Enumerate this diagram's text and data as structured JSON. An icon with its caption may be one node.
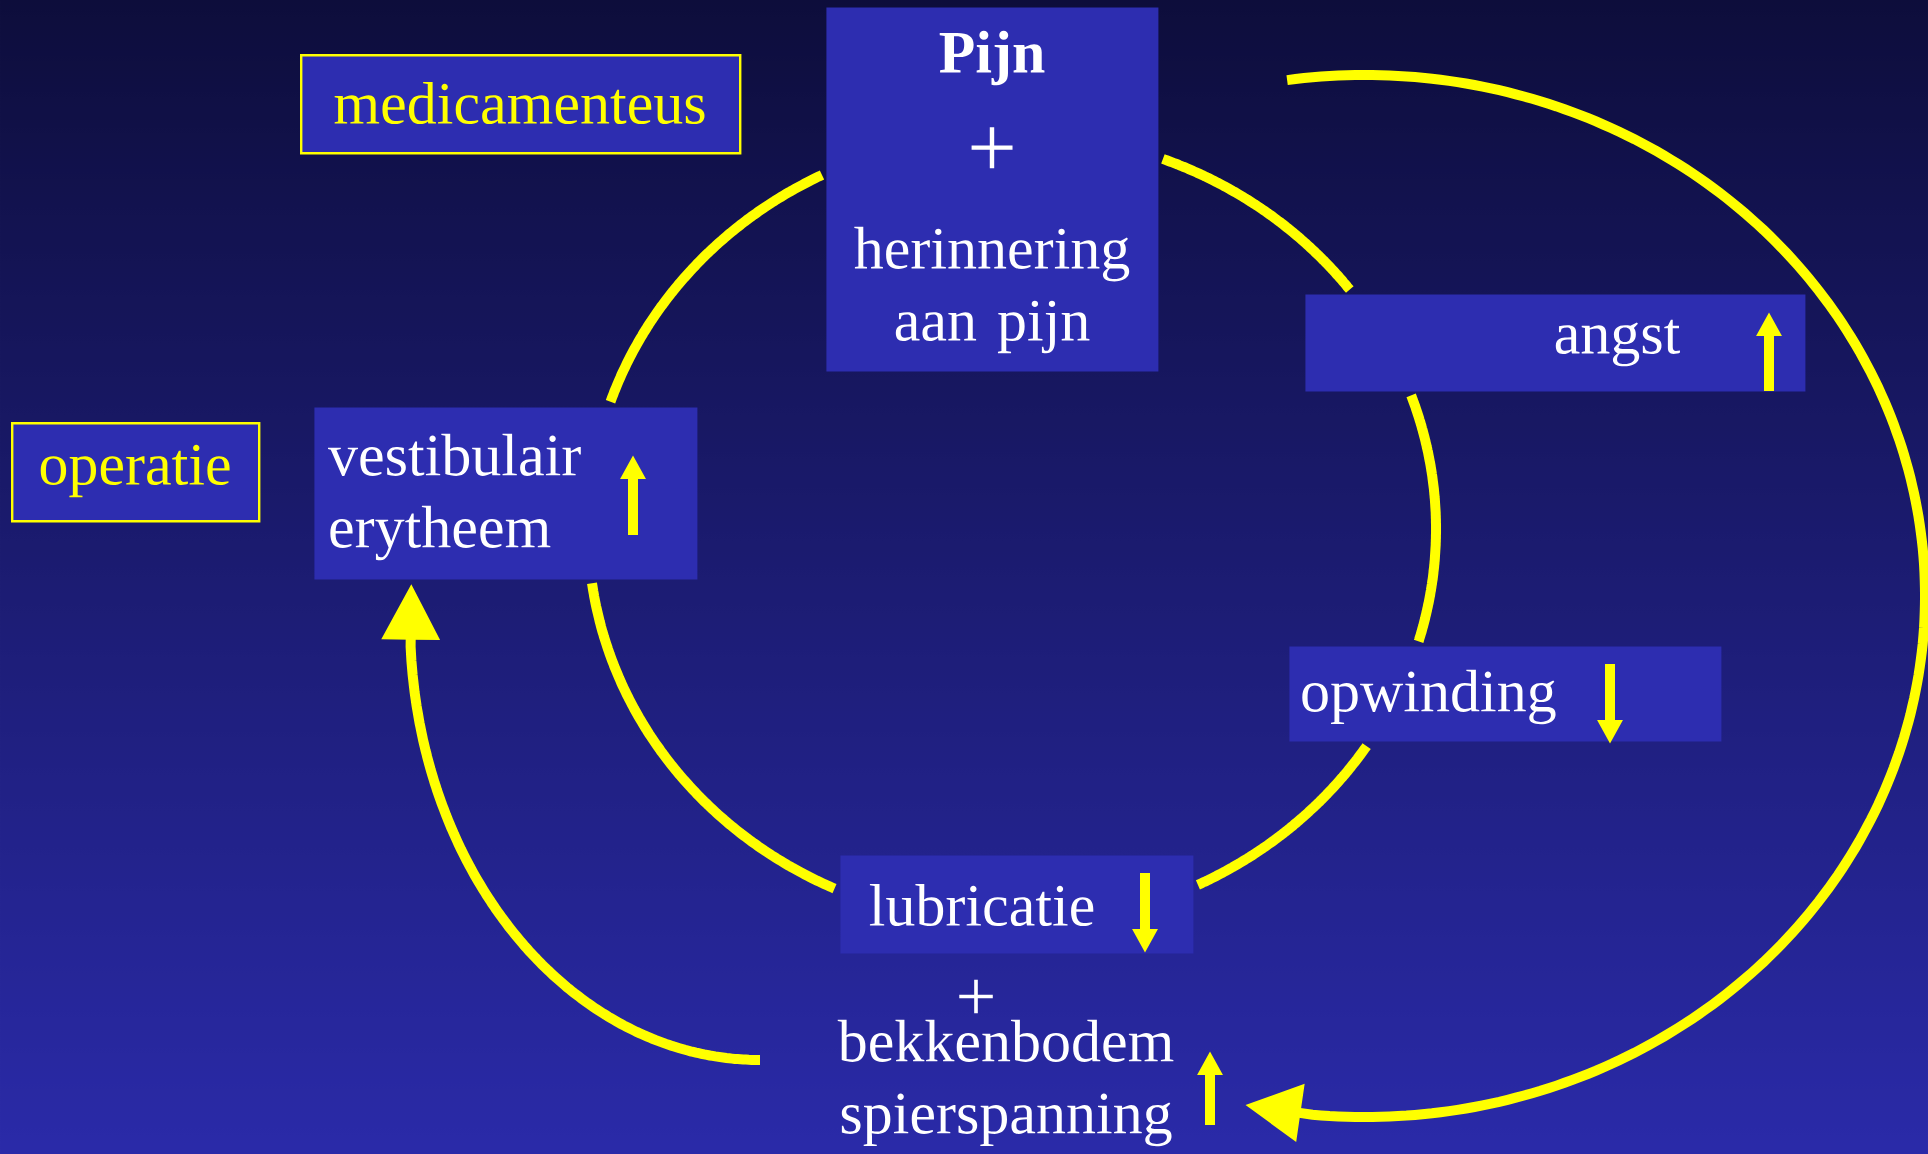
{
  "diagram": {
    "nodes": [
      {
        "text": [
          "medicamenteus"
        ]
      },
      {
        "text": [
          "Pijn",
          "+",
          "herinnering aan pijn"
        ]
      },
      {
        "text": [
          "angst"
        ]
      },
      {
        "text": [
          "operatie"
        ]
      },
      {
        "text": [
          "vestibulair erytheem"
        ]
      },
      {
        "text": [
          "opwinding"
        ]
      },
      {
        "text": [
          "lubricatie"
        ]
      },
      {
        "text": [
          "+",
          "bekkenbodem spierspanning"
        ]
      }
    ],
    "edges": [
      {
        "from": 1,
        "to": 2,
        "arrow": "none"
      },
      {
        "from": 2,
        "to": 5,
        "arrow": "none"
      },
      {
        "from": 5,
        "to": 6,
        "arrow": "none"
      },
      {
        "from": 6,
        "to": 4,
        "arrow": "none"
      },
      {
        "from": 4,
        "to": 1,
        "arrow": "none"
      },
      {
        "from": 1,
        "to": 7,
        "arrow": "to"
      },
      {
        "from": 7,
        "to": 4,
        "arrow": "to"
      }
    ]
  }
}
